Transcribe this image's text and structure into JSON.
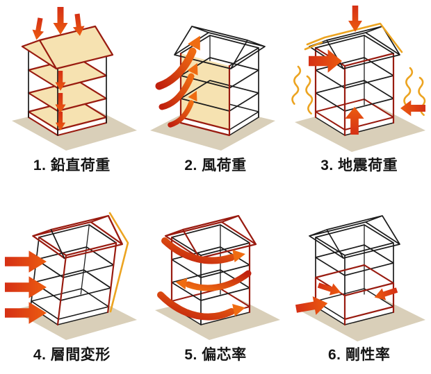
{
  "diagrams": [
    {
      "id": "vertical-load",
      "label": "1. 鉛直荷重"
    },
    {
      "id": "wind-load",
      "label": "2. 風荷重"
    },
    {
      "id": "seismic-load",
      "label": "3. 地震荷重"
    },
    {
      "id": "interstory-drift",
      "label": "4. 層間変形"
    },
    {
      "id": "eccentricity",
      "label": "5. 偏芯率"
    },
    {
      "id": "rigidity",
      "label": "6. 剛性率"
    }
  ],
  "colors": {
    "frame_black": "#1c1c1c",
    "outline_red": "#991b10",
    "fill_tan": "#f6e2b1",
    "ground": "#d9cfb9",
    "shake_orange": "#eca421",
    "arrow_tail": "#d53015",
    "arrow_head": "#ec5c10",
    "swoosh_tail": "#c0200e",
    "swoosh_head": "#ef6c12"
  }
}
